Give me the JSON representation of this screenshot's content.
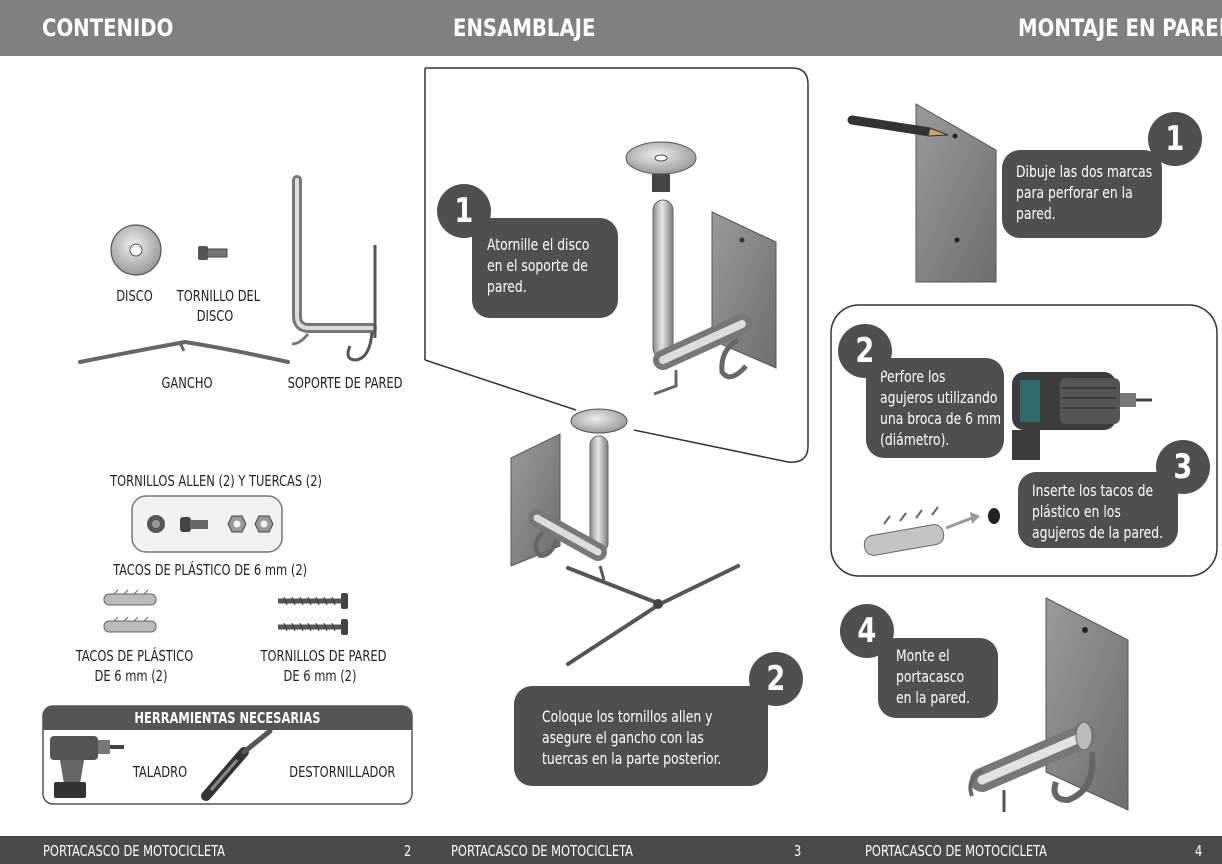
{
  "header": {
    "contenido": "CONTENIDO",
    "ensamblaje": "ENSAMBLAJE",
    "montaje": "MONTAJE EN PARED"
  },
  "contents": {
    "disco": "DISCO",
    "tornillo_disco_1": "TORNILLO DEL",
    "tornillo_disco_2": "DISCO",
    "gancho": "GANCHO",
    "soporte": "SOPORTE DE PARED",
    "allen": "TORNILLOS ALLEN (2) Y TUERCAS (2)",
    "tacos_top": "TACOS DE PLÁSTICO DE 6 mm (2)",
    "tacos_1": "TACOS DE PLÁSTICO",
    "tacos_2": "DE 6 mm (2)",
    "tornillos_1": "TORNILLOS DE PARED",
    "tornillos_2": "DE 6 mm (2)"
  },
  "tools": {
    "title": "HERRAMIENTAS NECESARIAS",
    "taladro": "TALADRO",
    "destornillador": "DESTORNILLADOR"
  },
  "assembly": {
    "step1": {
      "num": "1",
      "lines": [
        "Atornille el disco",
        "en el soporte de",
        "pared."
      ]
    },
    "step2": {
      "num": "2",
      "lines": [
        "Coloque los tornillos allen y",
        "asegure el gancho con las",
        "tuercas en la parte posterior."
      ]
    }
  },
  "mounting": {
    "step1": {
      "num": "1",
      "lines": [
        "Dibuje las dos marcas",
        "para perforar en la",
        "pared."
      ]
    },
    "step2": {
      "num": "2",
      "lines": [
        "Perfore los",
        "agujeros utilizando",
        "una broca de 6 mm",
        "(diámetro)."
      ]
    },
    "step3": {
      "num": "3",
      "lines": [
        "Inserte los tacos de",
        "plástico en los",
        "agujeros de la pared."
      ]
    },
    "step4": {
      "num": "4",
      "lines": [
        "Monte el",
        "portacasco",
        "en la pared."
      ]
    }
  },
  "footer": {
    "title": "PORTACASCO DE MOTOCICLETA",
    "page2": "2",
    "page3": "3",
    "page4": "4"
  }
}
